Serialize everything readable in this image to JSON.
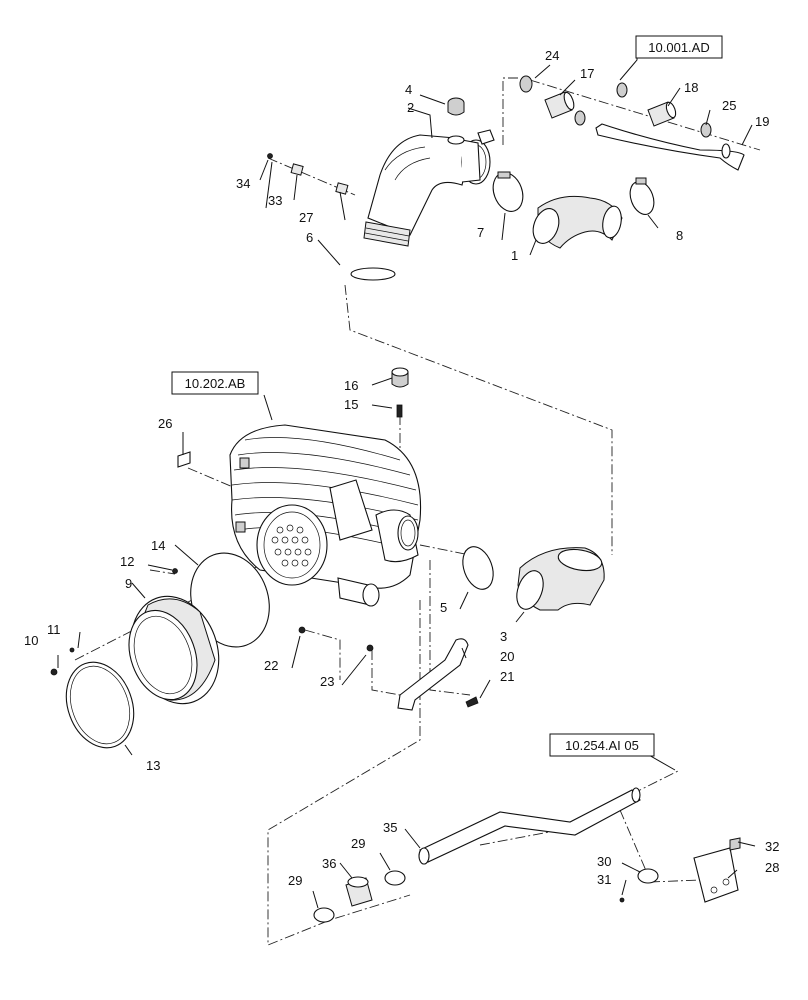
{
  "callouts": {
    "c1": "1",
    "c2": "2",
    "c3": "3",
    "c4": "4",
    "c5": "5",
    "c6": "6",
    "c7": "7",
    "c8": "8",
    "c9": "9",
    "c10": "10",
    "c11": "11",
    "c12": "12",
    "c13": "13",
    "c14": "14",
    "c15": "15",
    "c16": "16",
    "c17": "17",
    "c18": "18",
    "c19": "19",
    "c20": "20",
    "c21": "21",
    "c22": "22",
    "c23": "23",
    "c24": "24",
    "c25": "25",
    "c26": "26",
    "c27": "27",
    "c28": "28",
    "c29a": "29",
    "c29b": "29",
    "c30": "30",
    "c31": "31",
    "c32": "32",
    "c33": "33",
    "c34": "34",
    "c35": "35",
    "c36": "36"
  },
  "references": {
    "ref_top": "10.001.AD",
    "ref_filter": "10.202.AB",
    "ref_bottom": "10.254.AI 05"
  }
}
